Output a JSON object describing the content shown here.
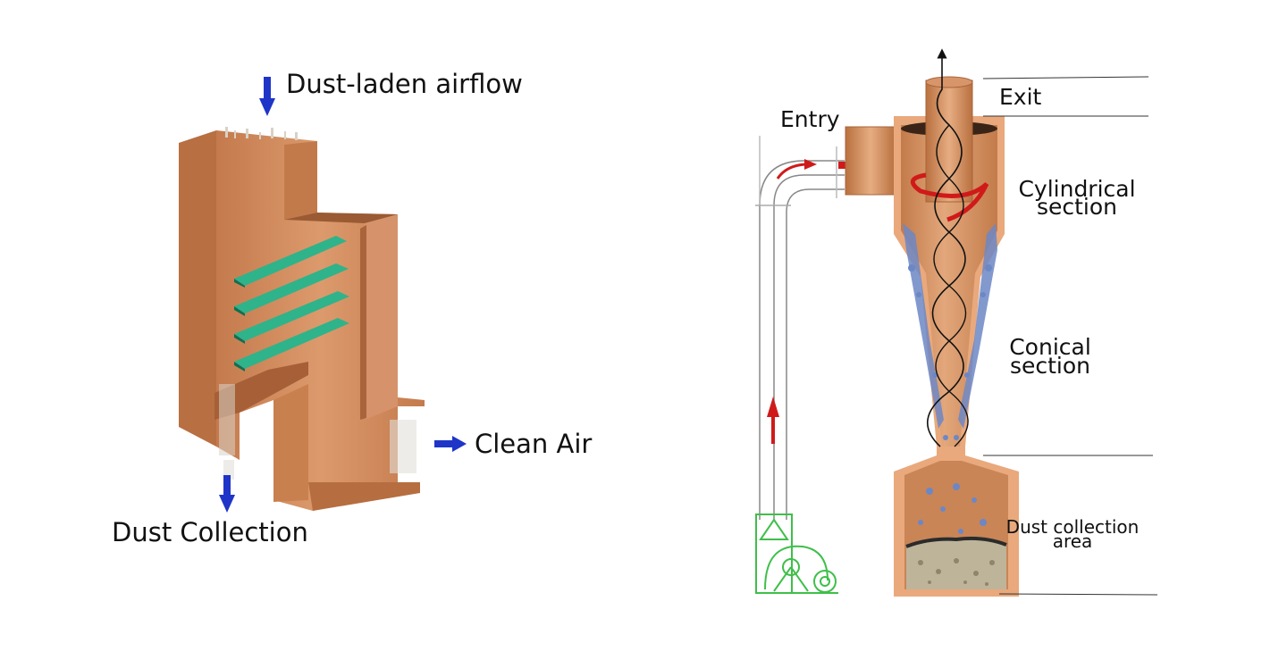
{
  "left_diagram": {
    "labels": {
      "inlet": "Dust-laden airflow",
      "outlet": "Clean Air",
      "collection": "Dust Collection"
    },
    "colors": {
      "body": "#cf8a5e",
      "body_dark": "#b5693f",
      "body_light": "#e0a57c",
      "baffle": "#1f8c6c",
      "baffle_light": "#2fb38a",
      "arrow": "#1f35c8"
    }
  },
  "right_diagram": {
    "labels": {
      "entry": "Entry",
      "exit": "Exit",
      "cylindrical_line1": "Cylindrical",
      "cylindrical_line2": "section",
      "conical_line1": "Conical",
      "conical_line2": "section",
      "collection_line1": "Dust collection",
      "collection_line2": "area"
    },
    "colors": {
      "shell": "#e7a476",
      "shell_dark": "#c07845",
      "interior": "#d89467",
      "vortex_particles": "#6c87c6",
      "inlet_flow": "#d01a1a",
      "fan": "#3fbf4a",
      "duct_line": "#888888",
      "settled_dust": "#bdb49a"
    }
  }
}
